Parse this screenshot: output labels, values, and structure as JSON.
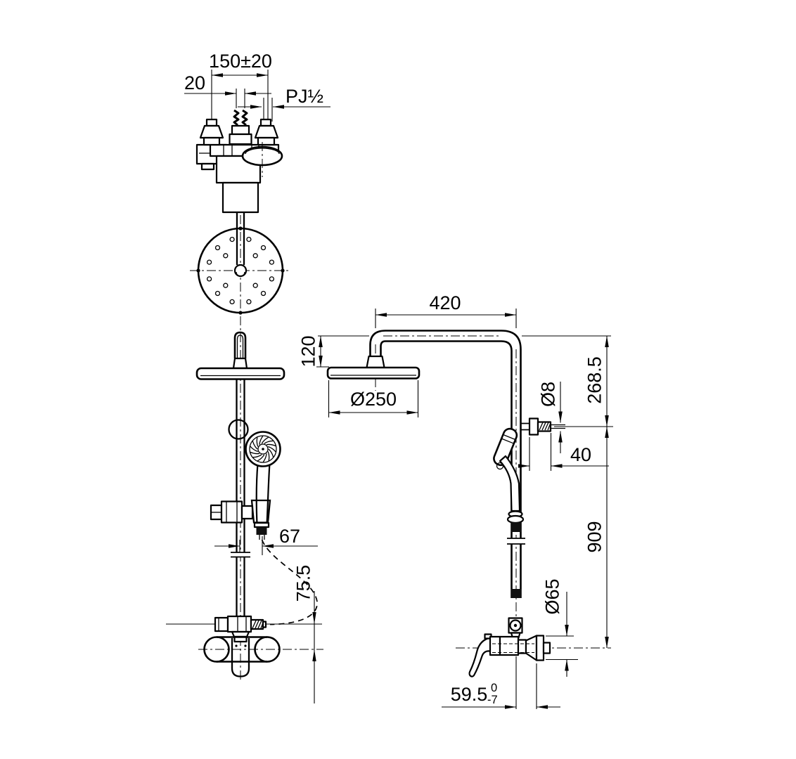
{
  "page": {
    "background": "#ffffff",
    "ink": "#000000"
  },
  "front": {
    "mounting_span": "150±20",
    "inlet_spacing": "20",
    "thread_size": "PJ½",
    "handshower_offset": "67",
    "outlet_drop": "75.5"
  },
  "side": {
    "arm_reach": "420",
    "head_drop": "120",
    "head_diameter": "Ø250",
    "upper_height": "268.5",
    "pin_diameter": "Ø8",
    "bracket_depth": "40",
    "rail_height": "909",
    "flange_diameter": "Ø65",
    "wall_offset": "59.5",
    "wall_offset_tol_upper": "0",
    "wall_offset_tol_lower": "-7"
  }
}
